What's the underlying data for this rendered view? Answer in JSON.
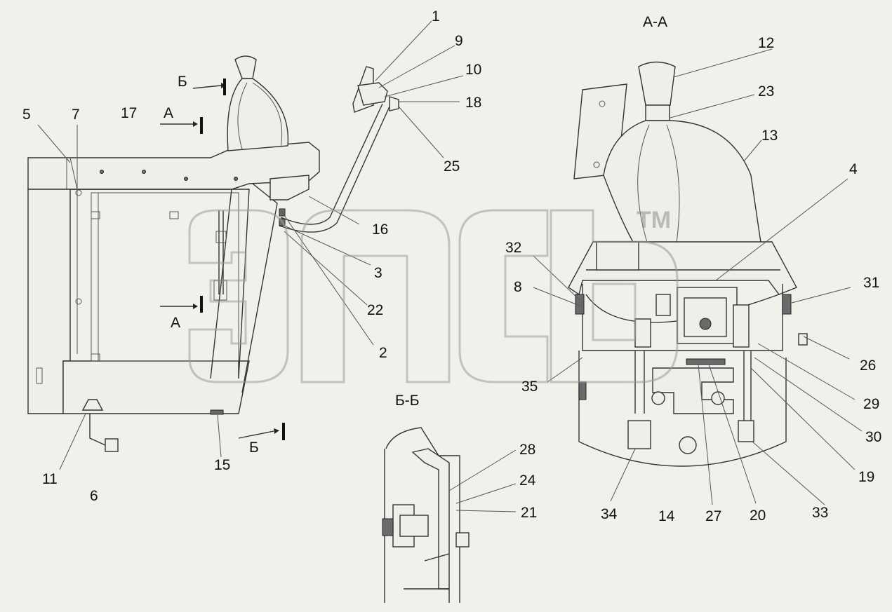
{
  "sections": {
    "aa": "А-А",
    "bb": "Б-Б",
    "a_top": "А",
    "a_bottom": "А",
    "b_top": "Б",
    "b_bottom": "Б"
  },
  "watermark": {
    "text": "3 П С Ь",
    "tm": "TM"
  },
  "labels": [
    {
      "id": "1",
      "text": "1"
    },
    {
      "id": "9",
      "text": "9"
    },
    {
      "id": "10",
      "text": "10"
    },
    {
      "id": "18",
      "text": "18"
    },
    {
      "id": "25",
      "text": "25"
    },
    {
      "id": "5",
      "text": "5"
    },
    {
      "id": "7",
      "text": "7"
    },
    {
      "id": "17",
      "text": "17"
    },
    {
      "id": "16",
      "text": "16"
    },
    {
      "id": "3",
      "text": "3"
    },
    {
      "id": "22",
      "text": "22"
    },
    {
      "id": "2",
      "text": "2"
    },
    {
      "id": "11",
      "text": "11"
    },
    {
      "id": "6",
      "text": "6"
    },
    {
      "id": "15",
      "text": "15"
    },
    {
      "id": "12",
      "text": "12"
    },
    {
      "id": "23",
      "text": "23"
    },
    {
      "id": "13",
      "text": "13"
    },
    {
      "id": "4",
      "text": "4"
    },
    {
      "id": "32",
      "text": "32"
    },
    {
      "id": "8",
      "text": "8"
    },
    {
      "id": "31",
      "text": "31"
    },
    {
      "id": "26",
      "text": "26"
    },
    {
      "id": "29",
      "text": "29"
    },
    {
      "id": "30",
      "text": "30"
    },
    {
      "id": "19",
      "text": "19"
    },
    {
      "id": "35",
      "text": "35"
    },
    {
      "id": "34",
      "text": "34"
    },
    {
      "id": "14",
      "text": "14"
    },
    {
      "id": "27",
      "text": "27"
    },
    {
      "id": "20",
      "text": "20"
    },
    {
      "id": "33",
      "text": "33"
    },
    {
      "id": "28",
      "text": "28"
    },
    {
      "id": "24",
      "text": "24"
    },
    {
      "id": "21",
      "text": "21"
    }
  ]
}
